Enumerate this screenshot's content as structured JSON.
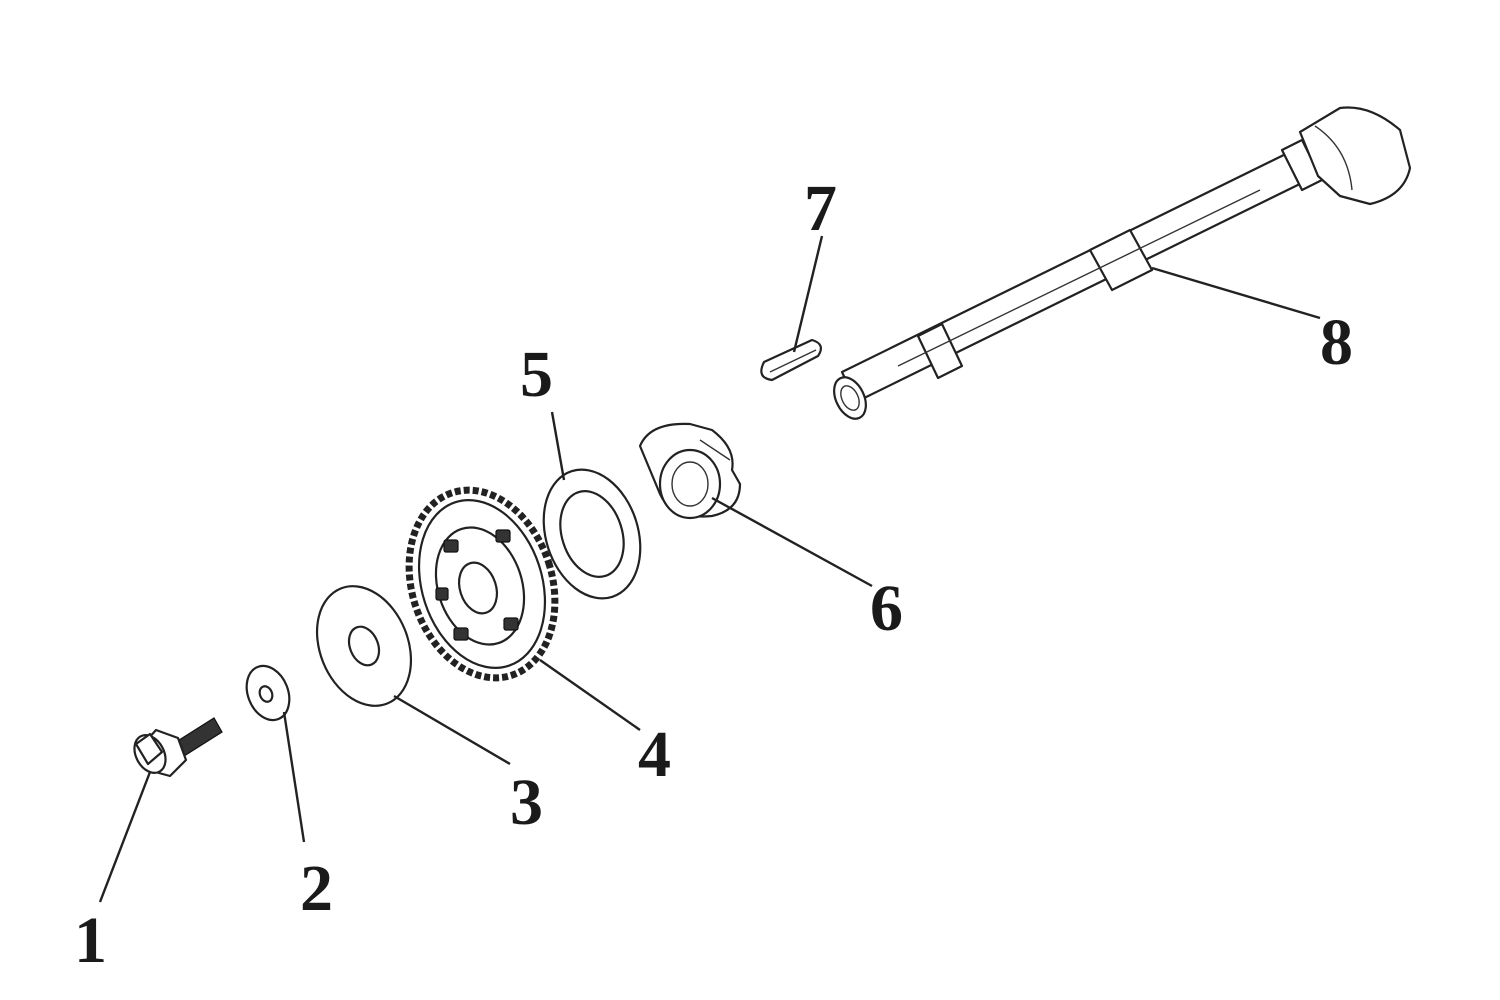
{
  "diagram": {
    "callouts": [
      {
        "id": "1",
        "label": "1"
      },
      {
        "id": "2",
        "label": "2"
      },
      {
        "id": "3",
        "label": "3"
      },
      {
        "id": "4",
        "label": "4"
      },
      {
        "id": "5",
        "label": "5"
      },
      {
        "id": "6",
        "label": "6"
      },
      {
        "id": "7",
        "label": "7"
      },
      {
        "id": "8",
        "label": "8"
      }
    ],
    "colors": {
      "ink": "#222222",
      "background": "#ffffff"
    }
  }
}
